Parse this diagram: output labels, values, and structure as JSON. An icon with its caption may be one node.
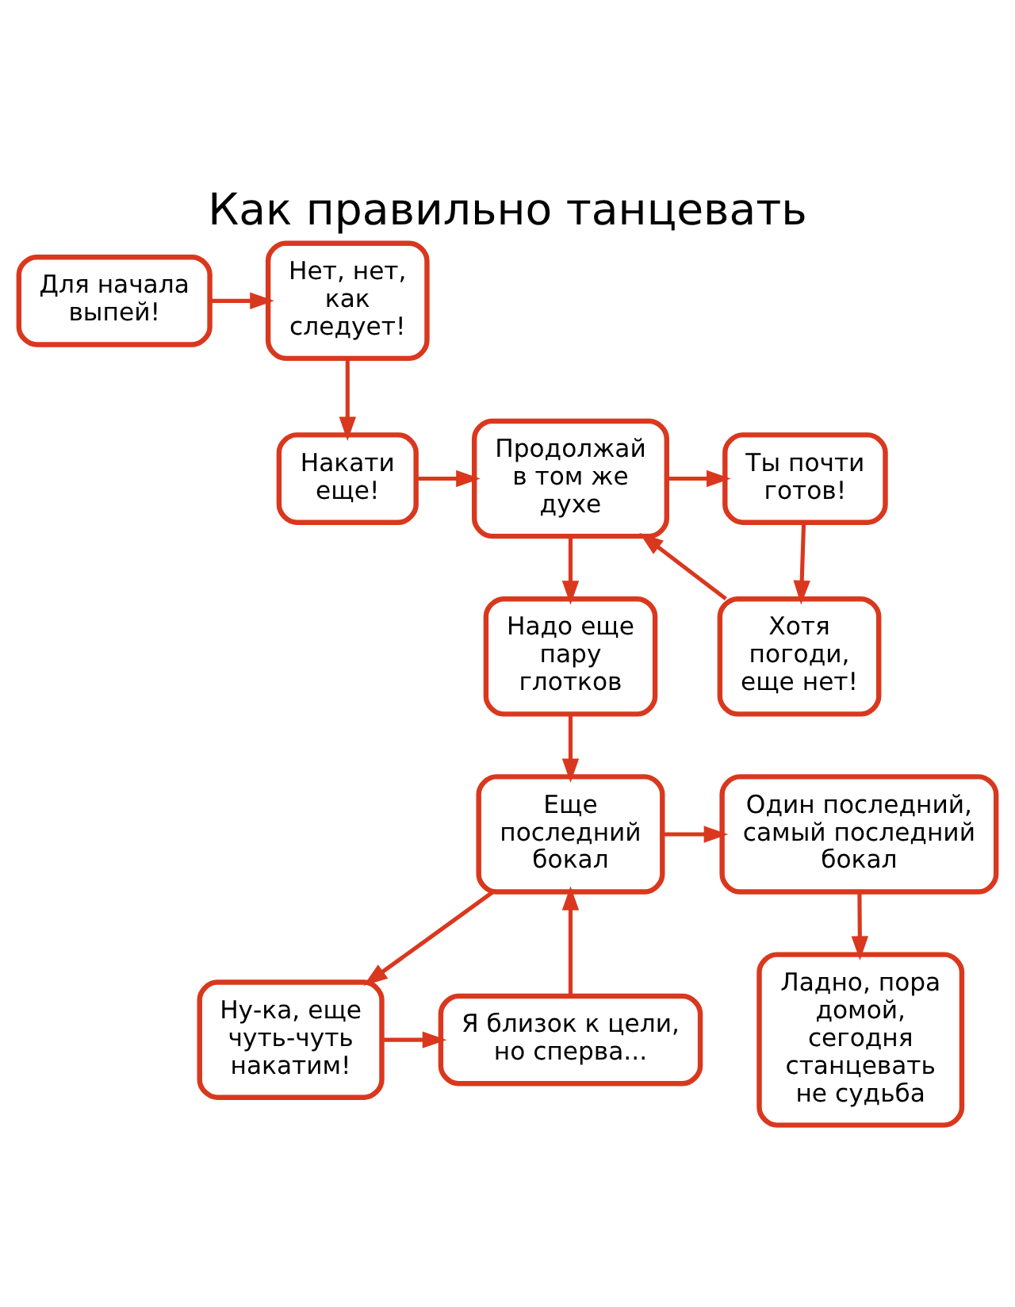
{
  "diagram": {
    "title": "Как правильно танцевать",
    "nodes": [
      {
        "text": [
          "Для начала выпей!"
        ]
      },
      {
        "text": [
          "Нет, нет, как следует!"
        ]
      },
      {
        "text": [
          "Накати еще!"
        ]
      },
      {
        "text": [
          "Ты почти готов!"
        ]
      },
      {
        "text": [
          "Продолжай в том же духе"
        ]
      },
      {
        "text": [
          "Надо еще пару глотков"
        ]
      },
      {
        "text": [
          "Хотя погоди, еще нет!"
        ]
      },
      {
        "text": [
          "Один последний, самый последний бокал"
        ]
      },
      {
        "text": [
          "Еще последний бокал"
        ]
      },
      {
        "text": [
          "Ладно, пора домой, сегодня станцевать не судьба"
        ]
      },
      {
        "text": [
          "Ну-ка, еще чуть-чуть накатим!"
        ]
      },
      {
        "text": [
          "Я близок к цели, но сперва..."
        ]
      }
    ],
    "edges": [
      {
        "from": 0,
        "to": 1,
        "arrow": "to"
      },
      {
        "from": 1,
        "to": 2,
        "arrow": "to"
      },
      {
        "from": 2,
        "to": 4,
        "arrow": "to"
      },
      {
        "from": 4,
        "to": 3,
        "arrow": "to"
      },
      {
        "from": 3,
        "to": 6,
        "arrow": "to"
      },
      {
        "from": 6,
        "to": 4,
        "arrow": "to"
      },
      {
        "from": 4,
        "to": 5,
        "arrow": "to"
      },
      {
        "from": 5,
        "to": 8,
        "arrow": "to"
      },
      {
        "from": 8,
        "to": 7,
        "arrow": "to"
      },
      {
        "from": 7,
        "to": 9,
        "arrow": "to"
      },
      {
        "from": 8,
        "to": 10,
        "arrow": "to"
      },
      {
        "from": 10,
        "to": 11,
        "arrow": "to"
      },
      {
        "from": 11,
        "to": 8,
        "arrow": "to"
      }
    ]
  }
}
